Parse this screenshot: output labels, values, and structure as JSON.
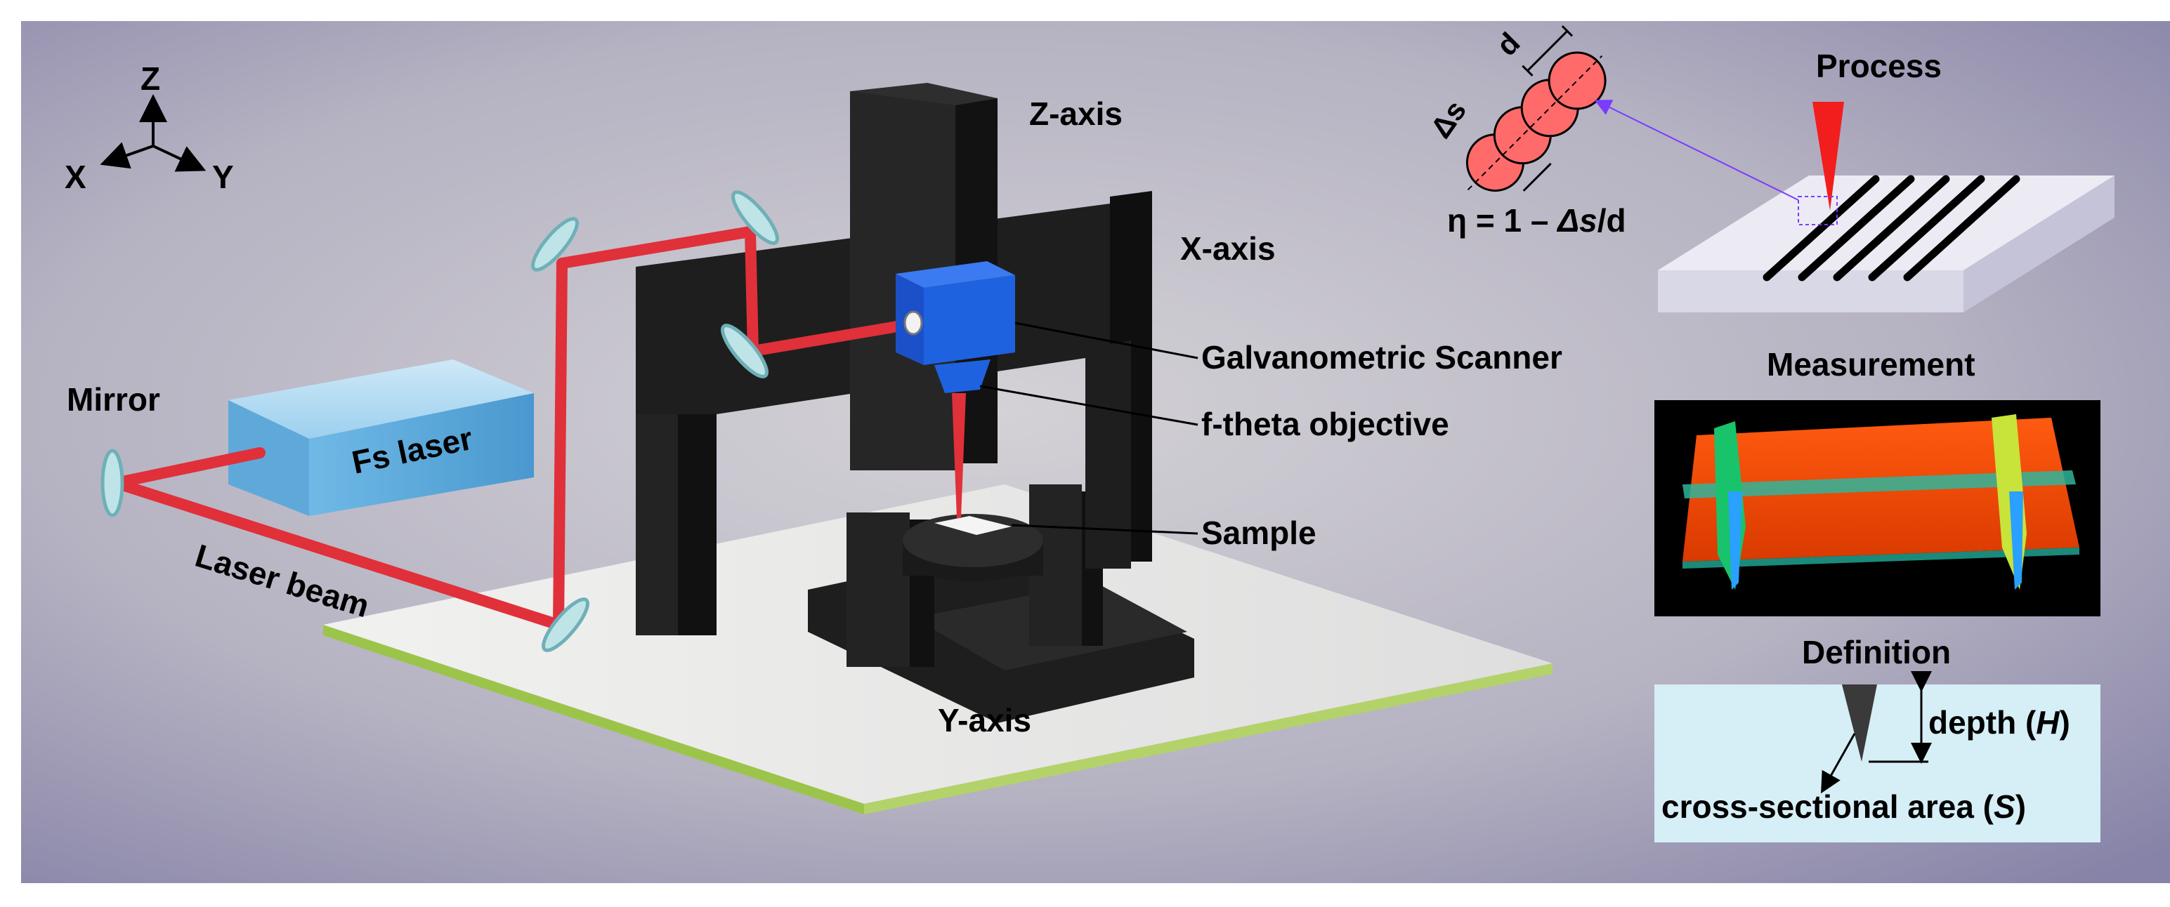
{
  "axes_triad": {
    "z": "Z",
    "x": "X",
    "y": "Y"
  },
  "labels": {
    "z_axis": "Z-axis",
    "x_axis": "X-axis",
    "y_axis": "Y-axis",
    "mirror": "Mirror",
    "fs_laser": "Fs laser",
    "laser_beam": "Laser beam",
    "galvo": "Galvanometric Scanner",
    "ftheta": "f-theta objective",
    "sample": "Sample"
  },
  "process_panel": {
    "title": "Process",
    "d_symbol": "d",
    "delta_s_symbol": "Δs",
    "formula_left": "η = 1 – ",
    "formula_italic": "Δs",
    "formula_right": "/d"
  },
  "measurement_panel": {
    "title": "Measurement"
  },
  "definition_panel": {
    "title": "Definition",
    "depth_prefix": "depth (",
    "depth_var": "H",
    "depth_suffix": ")",
    "area_prefix": "cross-sectional area (",
    "area_var": "S",
    "area_suffix": ")"
  },
  "colors": {
    "background_center": "#cfcdd2",
    "background_edge": "#8a86ab",
    "laser_beam": "#e0303a",
    "frame": "#1f1f1f",
    "scanner": "#1f62e0",
    "fs_laser_box": "#5eaee0",
    "table_top": "#ececea",
    "table_edge": "#9ec24a",
    "definition_bg": "#d6eef6",
    "spot_fill": "#ff6b6b"
  }
}
